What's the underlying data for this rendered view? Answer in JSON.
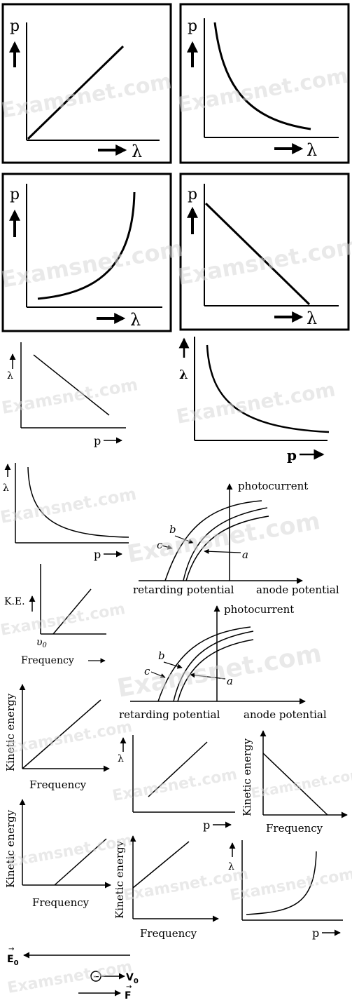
{
  "watermark": "Examsnet.com",
  "boxes": [
    {
      "id": "box-1",
      "y_label": "p",
      "x_label": "λ",
      "curve": "straight line through origin"
    },
    {
      "id": "box-2",
      "y_label": "p",
      "x_label": "λ",
      "curve": "decreasing hyperbola"
    },
    {
      "id": "box-3",
      "y_label": "p",
      "x_label": "λ",
      "curve": "increasing convex curve"
    },
    {
      "id": "box-4",
      "y_label": "p",
      "x_label": "λ",
      "curve": "decreasing straight line"
    }
  ],
  "small_graphs": {
    "lambda_label": "λ",
    "p_label": "p",
    "ke_label": "K.E.",
    "frequency_label": "Frequency",
    "threshold_label": "υ",
    "threshold_sub": "0",
    "kinetic_energy_label": "Kinetic energy"
  },
  "photo_graphs": [
    {
      "id": "photo-1",
      "y_label": "photocurrent",
      "left_label": "retarding potential",
      "right_label": "anode potential",
      "curves": [
        "a",
        "b",
        "c"
      ]
    },
    {
      "id": "photo-2",
      "y_label": "photocurrent",
      "left_label": "retarding potential",
      "right_label": "anode potential",
      "curves": [
        "a",
        "b",
        "c"
      ]
    }
  ],
  "field_diagram": {
    "field_label": "E",
    "field_sub": "0",
    "velocity_label": "V",
    "velocity_sub": "0",
    "force_label": "F",
    "charge_symbol": "−"
  }
}
